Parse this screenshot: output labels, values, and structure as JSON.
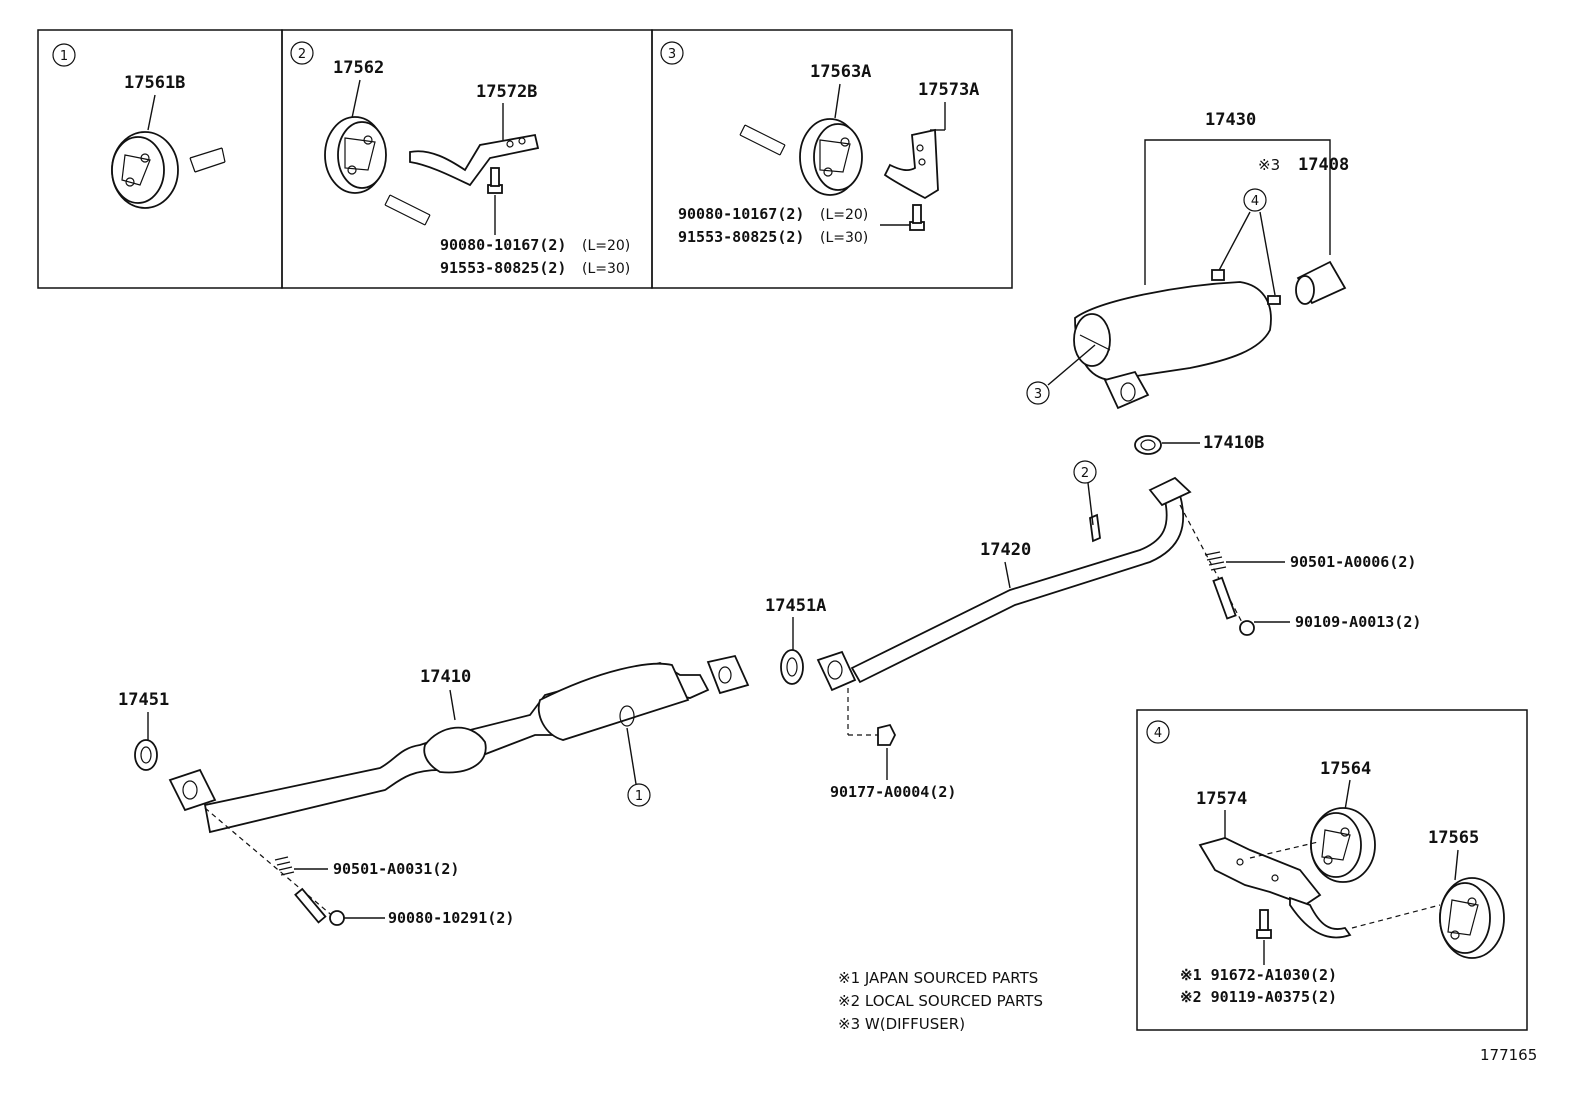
{
  "callouts": {
    "c1": "1",
    "c2": "2",
    "c3": "3",
    "c4": "4"
  },
  "box1": {
    "part": "17561B"
  },
  "box2": {
    "part_a": "17562",
    "part_b": "17572B",
    "bolt1": "90080-10167(2)",
    "bolt1_len": "(L=20)",
    "bolt2": "91553-80825(2)",
    "bolt2_len": "(L=30)"
  },
  "box3": {
    "part_a": "17563A",
    "part_b": "17573A",
    "bolt1": "90080-10167(2)",
    "bolt1_len": "(L=20)",
    "bolt2": "91553-80825(2)",
    "bolt2_len": "(L=30)"
  },
  "muffler": {
    "part": "17430",
    "diffuser_mark": "※3",
    "diffuser": "17408"
  },
  "main": {
    "gasket_b": "17410B",
    "center_pipe": "17420",
    "spring_upper": "90501-A0006(2)",
    "bolt_upper": "90109-A0013(2)",
    "gasket_a": "17451A",
    "front_pipe": "17410",
    "gasket": "17451",
    "nut": "90177-A0004(2)",
    "spring_lower": "90501-A0031(2)",
    "bolt_lower": "90080-10291(2)"
  },
  "box4": {
    "part_a": "17564",
    "part_b": "17574",
    "part_c": "17565",
    "bolt1": "※1 91672-A1030(2)",
    "bolt2": "※2 90119-A0375(2)"
  },
  "notes": [
    "※1 JAPAN SOURCED PARTS",
    "※2 LOCAL SOURCED PARTS",
    "※3 W(DIFFUSER)"
  ],
  "figure_id": "177165"
}
